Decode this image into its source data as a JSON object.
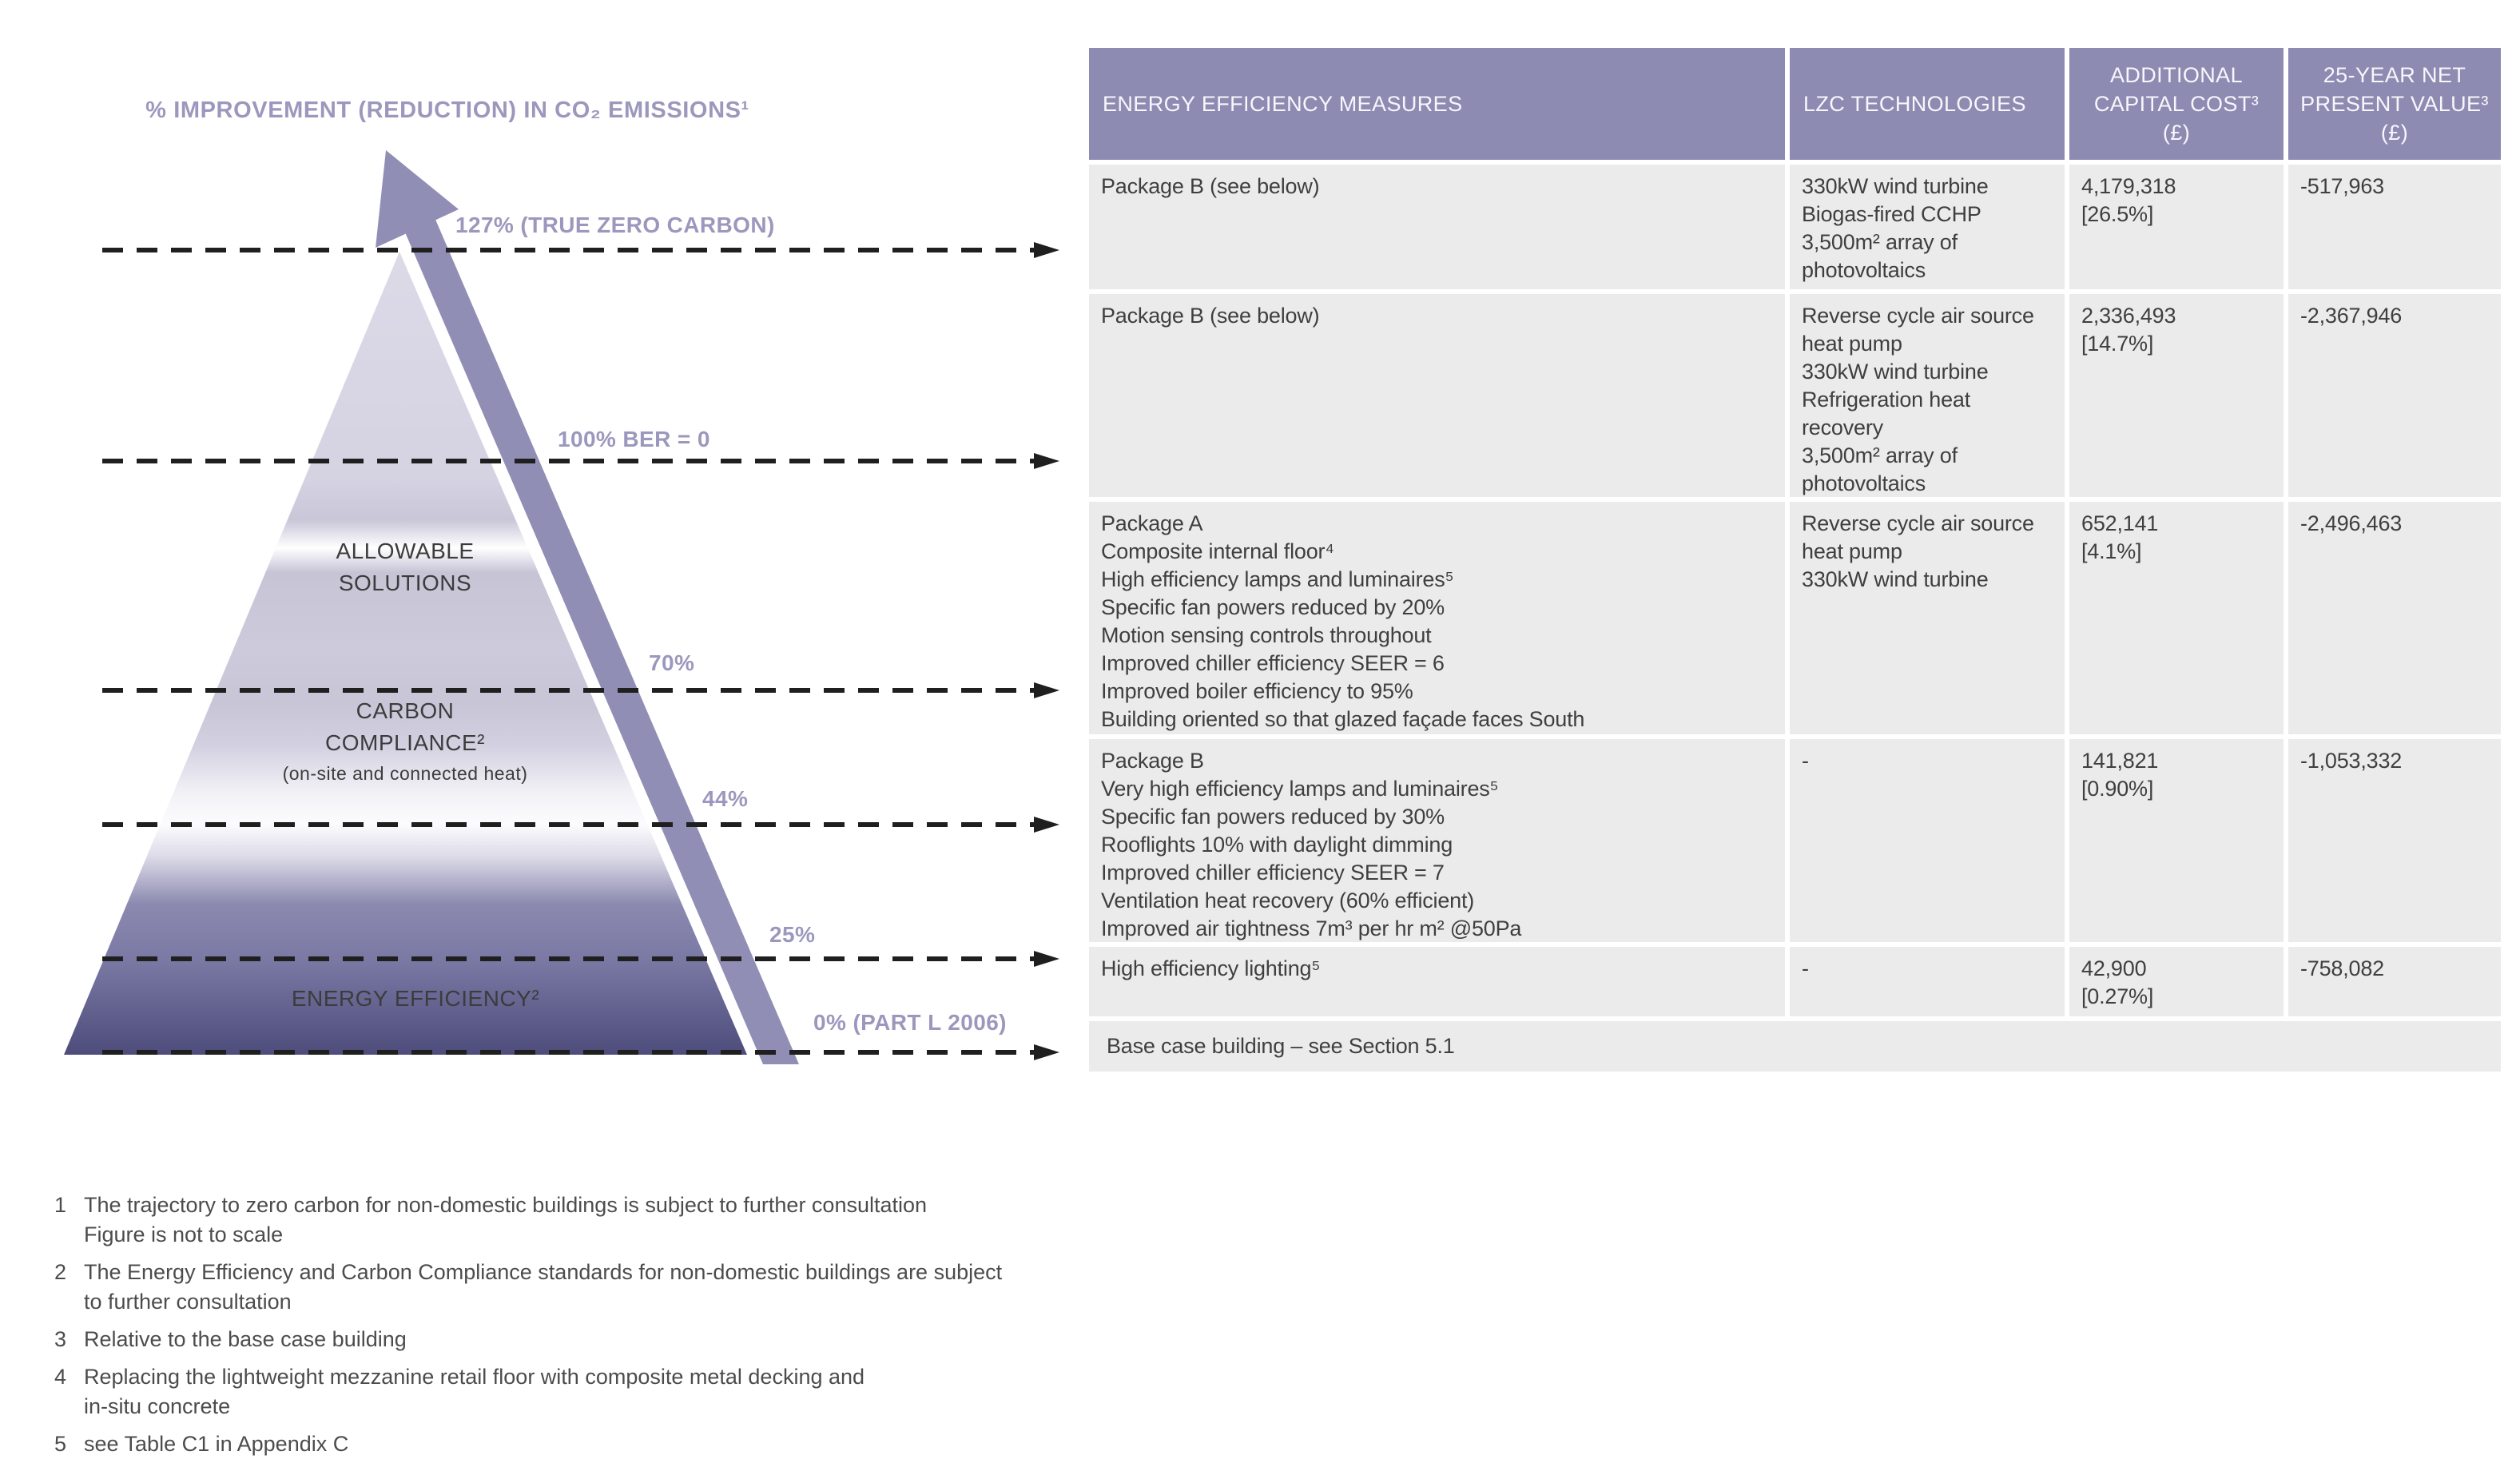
{
  "diagram": {
    "title": "% IMPROVEMENT (REDUCTION) IN CO₂ EMISSIONS¹",
    "levels": [
      {
        "label": "127% (TRUE ZERO CARBON)"
      },
      {
        "label": "100% BER = 0"
      },
      {
        "label": "70%"
      },
      {
        "label": "44%"
      },
      {
        "label": "25%"
      },
      {
        "label": "0% (PART L 2006)"
      }
    ],
    "sections": [
      {
        "label": "ALLOWABLE\nSOLUTIONS"
      },
      {
        "label": "CARBON\nCOMPLIANCE²",
        "sublabel": "(on-site and connected heat)"
      },
      {
        "label": "ENERGY EFFICIENCY²"
      }
    ],
    "colors": {
      "label_purple": "#9c98bd",
      "arrow_purple": "#918eb6",
      "pyramid_top": "#dcdae7",
      "pyramid_bottom": "#4d4c7b",
      "dash_black": "#1f1f1f"
    }
  },
  "table": {
    "headers": [
      "ENERGY EFFICIENCY MEASURES",
      "LZC TECHNOLOGIES",
      "ADDITIONAL\nCAPITAL COST³\n(£)",
      "25-YEAR NET\nPRESENT VALUE³\n(£)"
    ],
    "rows": [
      {
        "measures": "Package B (see below)",
        "lzc": "330kW wind turbine\nBiogas-fired CCHP\n3,500m² array of\nphotovoltaics",
        "cost": "4,179,318\n[26.5%]",
        "npv": "-517,963"
      },
      {
        "measures": "Package B (see below)",
        "lzc": "Reverse cycle air source\nheat pump\n330kW wind turbine\nRefrigeration heat\nrecovery\n3,500m² array of\nphotovoltaics",
        "cost": "2,336,493\n[14.7%]",
        "npv": "-2,367,946"
      },
      {
        "measures": "Package A\nComposite internal floor⁴\nHigh efficiency lamps and luminaires⁵\nSpecific fan powers reduced by 20%\nMotion sensing controls throughout\nImproved chiller efficiency SEER = 6\nImproved boiler efficiency to 95%\nBuilding oriented so that glazed façade faces South",
        "lzc": "Reverse cycle air source\nheat pump\n330kW wind turbine",
        "cost": "652,141\n[4.1%]",
        "npv": "-2,496,463"
      },
      {
        "measures": "Package B\nVery high efficiency lamps and luminaires⁵\nSpecific fan powers reduced by 30%\nRooflights 10% with daylight dimming\nImproved chiller efficiency SEER = 7\nVentilation heat recovery (60% efficient)\nImproved air tightness 7m³ per hr m² @50Pa",
        "lzc": "-",
        "cost": "141,821\n[0.90%]",
        "npv": "-1,053,332"
      },
      {
        "measures": "High efficiency lighting⁵",
        "lzc": "-",
        "cost": "42,900\n[0.27%]",
        "npv": "-758,082"
      }
    ],
    "base_row": "Base case building – see Section 5.1",
    "colors": {
      "header_bg": "#8e8bb3",
      "row_bg": "#ebebec"
    }
  },
  "footnotes": [
    {
      "num": "1",
      "text": "The trajectory to zero carbon for non-domestic buildings is subject to further consultation\nFigure is not to scale"
    },
    {
      "num": "2",
      "text": "The Energy Efficiency and Carbon Compliance standards for non-domestic buildings are subject\nto further consultation"
    },
    {
      "num": "3",
      "text": "Relative to the base case building"
    },
    {
      "num": "4",
      "text": "Replacing the lightweight mezzanine retail floor with composite metal decking and\nin-situ concrete"
    },
    {
      "num": "5",
      "text": "see Table C1 in Appendix C"
    }
  ]
}
